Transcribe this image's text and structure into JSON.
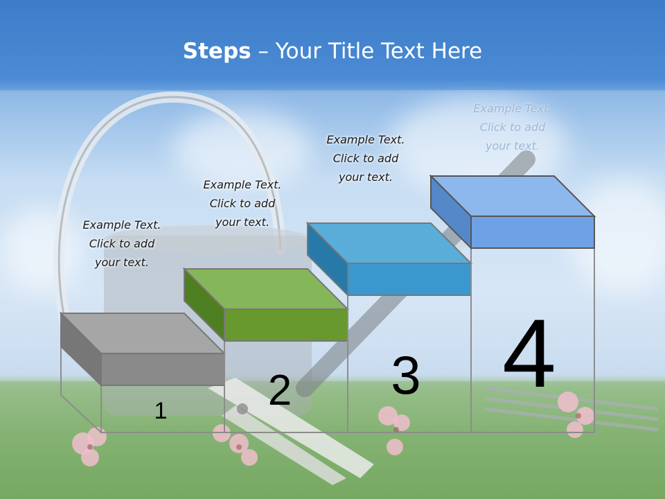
{
  "title": {
    "bold": "Steps",
    "rest": " – Your Title Text Here"
  },
  "steps": [
    {
      "number": "1",
      "lines": [
        "Example Text.",
        "Click  to add",
        "your text."
      ],
      "color": "#8a8a8a"
    },
    {
      "number": "2",
      "lines": [
        "Example Text.",
        "Click  to add",
        "your text."
      ],
      "color": "#6a9a34"
    },
    {
      "number": "3",
      "lines": [
        "Example Text.",
        "Click  to add",
        "your text."
      ],
      "color": "#3a9ad0"
    },
    {
      "number": "4",
      "lines": [
        "Example Text.",
        "Click  to add",
        "your text."
      ],
      "color": "#6fa2e4"
    }
  ]
}
